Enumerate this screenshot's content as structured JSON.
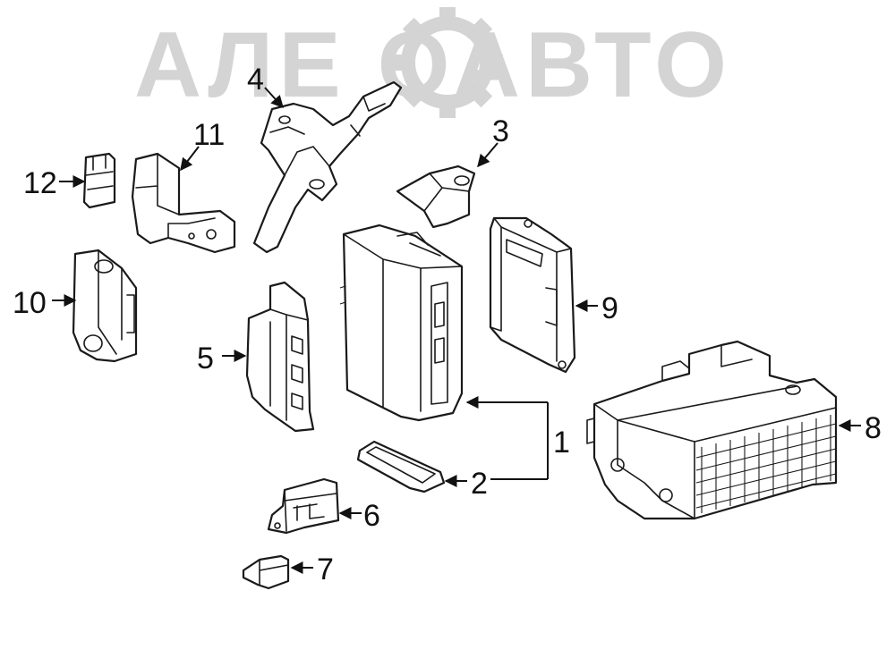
{
  "watermark": {
    "text": "АЛЕ ОАВТО",
    "color": "#d4d4d4",
    "icon": "gear-icon"
  },
  "callouts": [
    {
      "label": "1"
    },
    {
      "label": "2"
    },
    {
      "label": "3"
    },
    {
      "label": "4"
    },
    {
      "label": "5"
    },
    {
      "label": "6"
    },
    {
      "label": "7"
    },
    {
      "label": "8"
    },
    {
      "label": "9"
    },
    {
      "label": "10"
    },
    {
      "label": "11"
    },
    {
      "label": "12"
    }
  ]
}
